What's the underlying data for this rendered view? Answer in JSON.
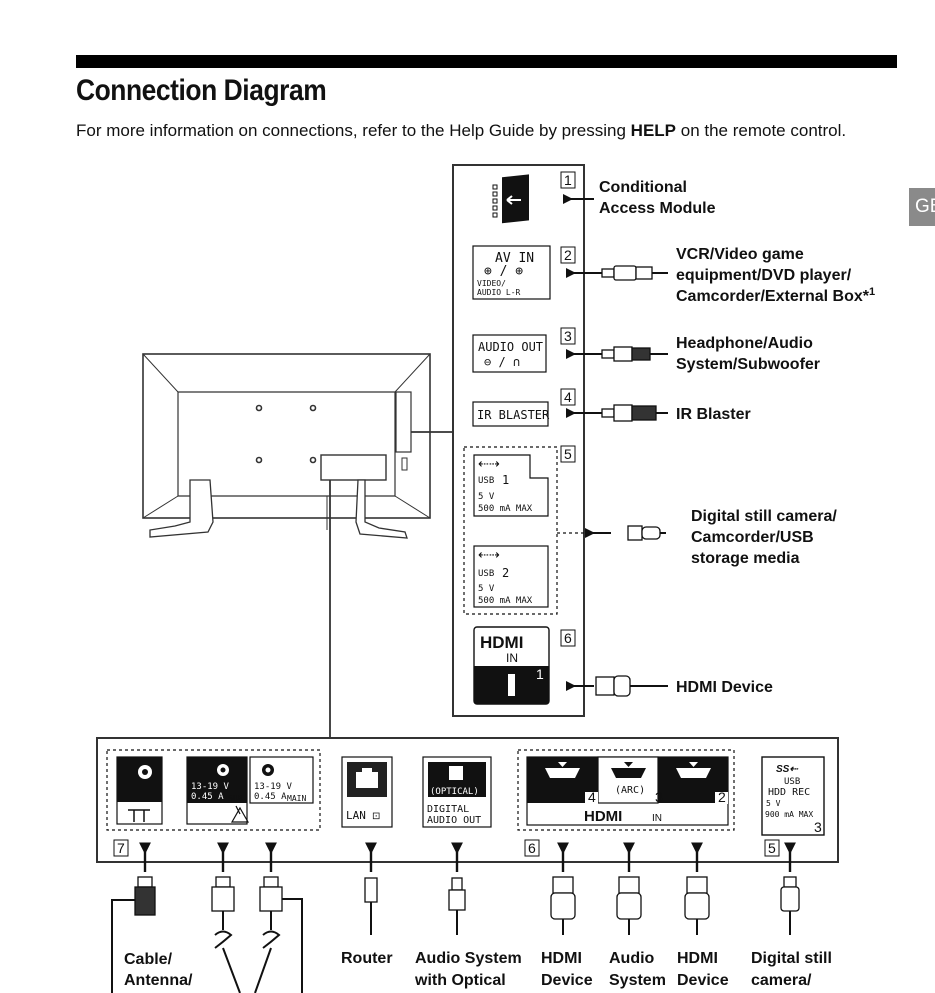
{
  "page": {
    "title": "Connection Diagram",
    "intro_before": "For more information on connections, refer to the Help Guide by pressing ",
    "intro_bold": "HELP",
    "intro_after": " on the remote control.",
    "side_tab": "GB"
  },
  "side_panel": {
    "ports": [
      {
        "num": "1",
        "device": [
          "Conditional",
          "Access Module"
        ]
      },
      {
        "num": "2",
        "port_title": "AV IN",
        "port_sub": [
          "VIDEO/",
          "AUDIO L-R"
        ],
        "device": [
          "VCR/Video game",
          "equipment/DVD player/",
          "Camcorder/External Box*"
        ],
        "footnote": "1"
      },
      {
        "num": "3",
        "port_title": "AUDIO OUT",
        "device": [
          "Headphone/Audio",
          "System/Subwoofer"
        ]
      },
      {
        "num": "4",
        "port_title": "IR BLASTER",
        "device": [
          "IR Blaster"
        ]
      },
      {
        "num": "5",
        "usb1": [
          "USB",
          "1",
          "5 V",
          "500 mA MAX"
        ],
        "usb2": [
          "USB",
          "2",
          "5 V",
          "500 mA MAX"
        ],
        "device": [
          "Digital still camera/",
          "Camcorder/USB",
          "storage media"
        ]
      },
      {
        "num": "6",
        "hdmi_logo": "HDMI",
        "hdmi_in": "IN",
        "hdmi_port": "1",
        "device": [
          "HDMI Device"
        ]
      }
    ]
  },
  "bottom_panel": {
    "antenna_num": "7",
    "sat_sub": [
      "13-19 V",
      "0.45 A",
      "SUB."
    ],
    "sat_main": [
      "13-19 V",
      "0.45 A",
      "MAIN"
    ],
    "lan": "LAN",
    "optical": [
      "(OPTICAL)",
      "DIGITAL",
      "AUDIO OUT"
    ],
    "hdmi_num": "6",
    "hdmi_ports": [
      "4",
      "(ARC)",
      "3",
      "2"
    ],
    "hdmi_logo": "HDMI",
    "hdmi_in": "IN",
    "usb_hdd": [
      "USB",
      "HDD REC",
      "5 V",
      "900 mA MAX",
      "3"
    ],
    "usb_num": "5"
  },
  "bottom_labels": [
    [
      "Cable/",
      "Antenna/"
    ],
    [
      "Router"
    ],
    [
      "Audio System",
      "with Optical"
    ],
    [
      "HDMI",
      "Device"
    ],
    [
      "Audio",
      "System"
    ],
    [
      "HDMI",
      "Device"
    ],
    [
      "Digital still",
      "camera/"
    ]
  ]
}
